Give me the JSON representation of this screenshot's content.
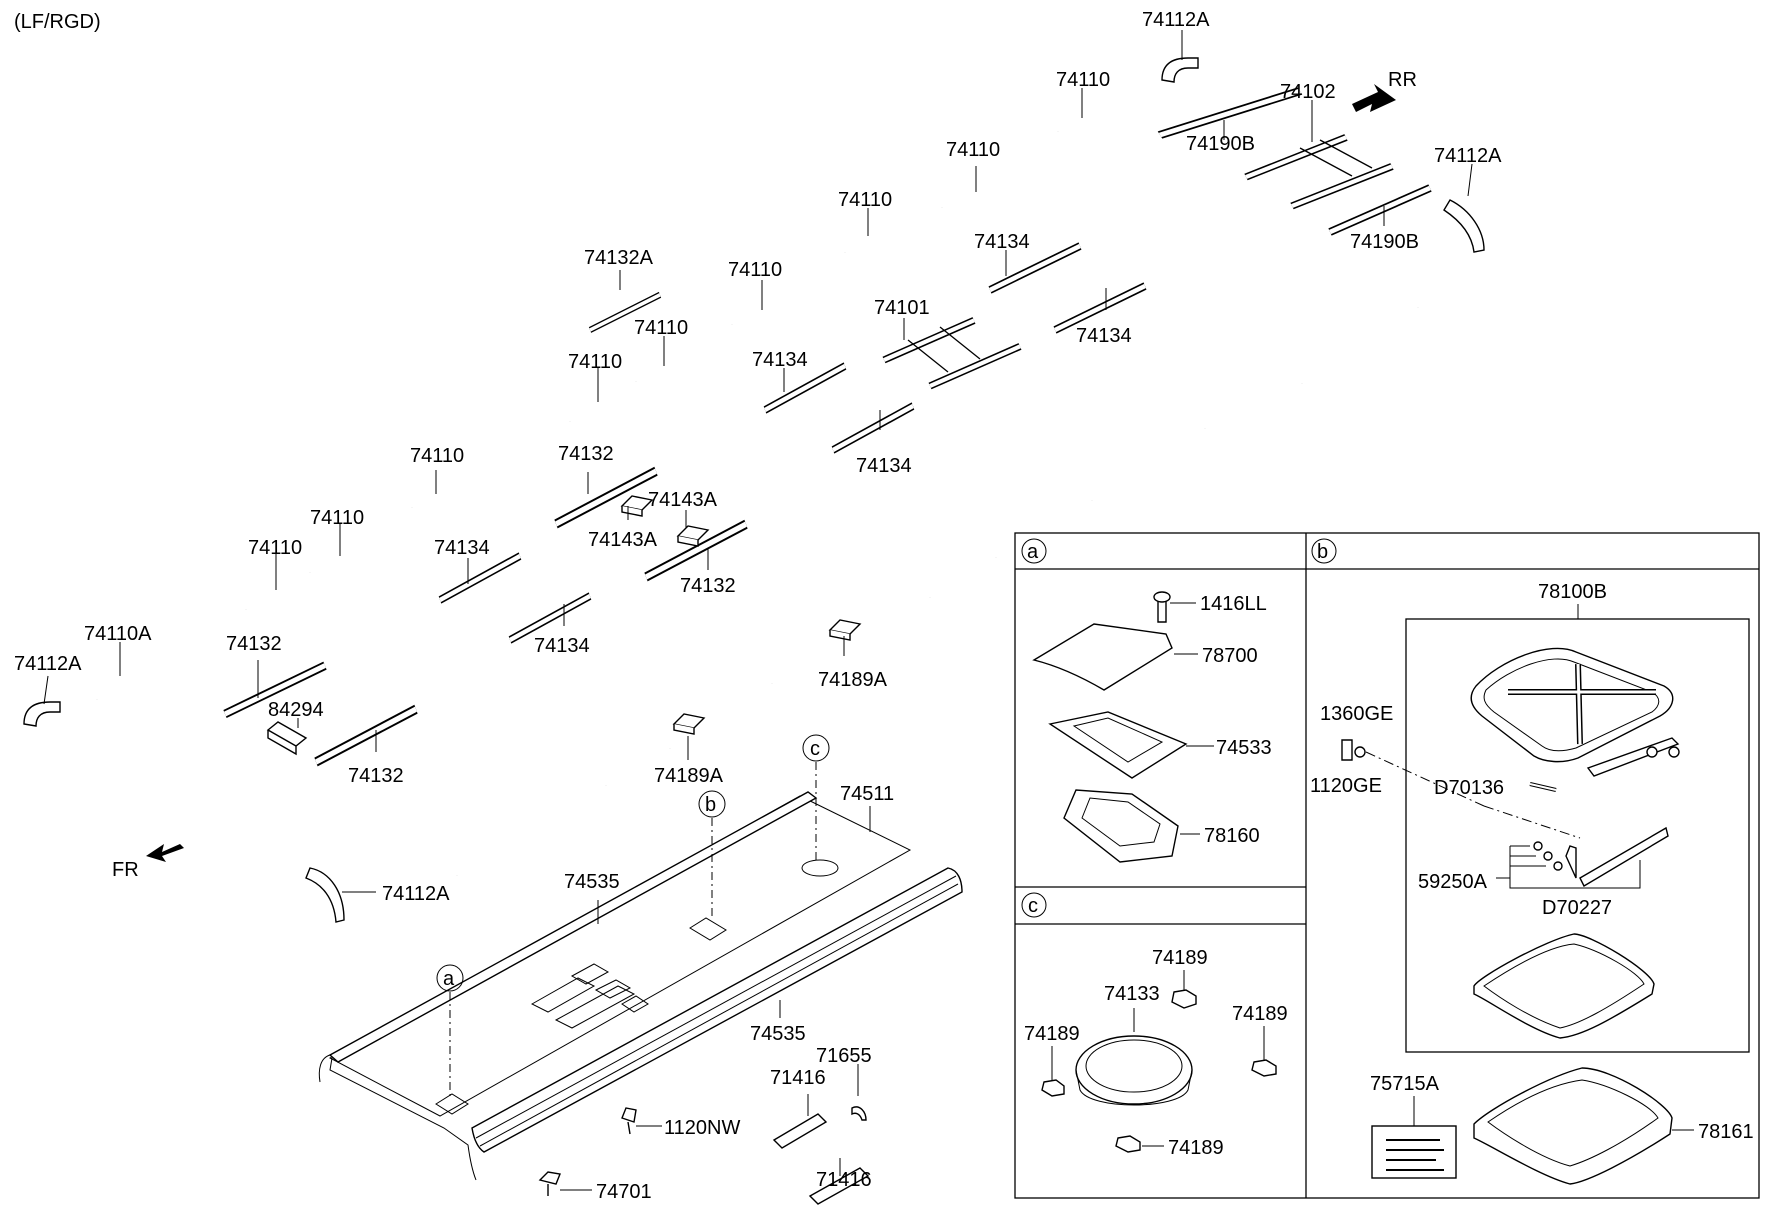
{
  "header": {
    "variant": "(LF/RGD)"
  },
  "arrows": {
    "rear": "RR",
    "front": "FR"
  },
  "callouts": [
    {
      "id": "p1",
      "text": "74112A"
    },
    {
      "id": "p2",
      "text": "74110"
    },
    {
      "id": "p3",
      "text": "74102"
    },
    {
      "id": "p4",
      "text": "74190B"
    },
    {
      "id": "p5",
      "text": "74112A"
    },
    {
      "id": "p6",
      "text": "74110"
    },
    {
      "id": "p7",
      "text": "74190B"
    },
    {
      "id": "p8",
      "text": "74110"
    },
    {
      "id": "p9",
      "text": "74134"
    },
    {
      "id": "p10",
      "text": "74134"
    },
    {
      "id": "p11",
      "text": "74132A"
    },
    {
      "id": "p12",
      "text": "74110"
    },
    {
      "id": "p13",
      "text": "74101"
    },
    {
      "id": "p14",
      "text": "74110"
    },
    {
      "id": "p15",
      "text": "74134"
    },
    {
      "id": "p16",
      "text": "74110"
    },
    {
      "id": "p17",
      "text": "74134"
    },
    {
      "id": "p18",
      "text": "74132"
    },
    {
      "id": "p19",
      "text": "74143A"
    },
    {
      "id": "p20",
      "text": "74110"
    },
    {
      "id": "p21",
      "text": "74143A"
    },
    {
      "id": "p22",
      "text": "74132"
    },
    {
      "id": "p23",
      "text": "74110"
    },
    {
      "id": "p24",
      "text": "74134"
    },
    {
      "id": "p25",
      "text": "74110"
    },
    {
      "id": "p26",
      "text": "74134"
    },
    {
      "id": "p27",
      "text": "74189A"
    },
    {
      "id": "p28",
      "text": "74110A"
    },
    {
      "id": "p29",
      "text": "74132"
    },
    {
      "id": "p30",
      "text": "74112A"
    },
    {
      "id": "p31",
      "text": "84294"
    },
    {
      "id": "p32",
      "text": "74132"
    },
    {
      "id": "p33",
      "text": "74189A"
    },
    {
      "id": "p34",
      "text": "74511"
    },
    {
      "id": "p35",
      "text": "74535"
    },
    {
      "id": "p36",
      "text": "74112A"
    },
    {
      "id": "p37",
      "text": "74535"
    },
    {
      "id": "p38",
      "text": "71655"
    },
    {
      "id": "p39",
      "text": "71416"
    },
    {
      "id": "p40",
      "text": "1120NW"
    },
    {
      "id": "p41",
      "text": "71416"
    },
    {
      "id": "p42",
      "text": "74701"
    }
  ],
  "markers": {
    "a": "a",
    "b": "b",
    "c": "c"
  },
  "detail_a": {
    "label": "a",
    "parts": [
      "1416LL",
      "78700",
      "74533",
      "78160"
    ]
  },
  "detail_b": {
    "label": "b",
    "assembly": "78100B",
    "parts": [
      "1360GE",
      "1120GE",
      "D70136",
      "59250A",
      "D70227",
      "75715A",
      "78161"
    ]
  },
  "detail_c": {
    "label": "c",
    "parts": [
      "74189",
      "74133",
      "74189",
      "74189",
      "74189"
    ]
  }
}
